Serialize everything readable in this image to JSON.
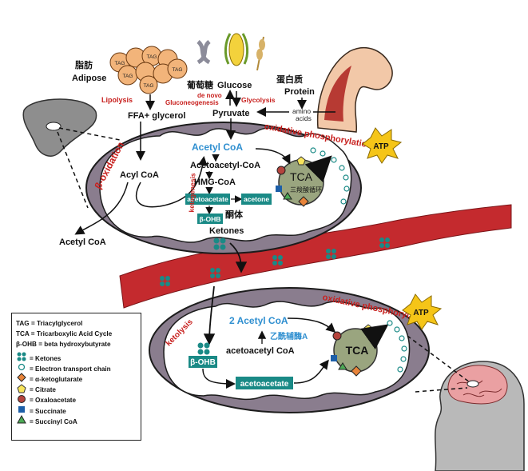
{
  "top": {
    "adipose_cn": "脂肪",
    "adipose_en": "Adipose",
    "tag": "TAG",
    "lipolysis": "Lipolysis",
    "ffa": "FFA+ glycerol",
    "glucose_cn": "葡萄糖",
    "glucose_en": "Glucose",
    "denovo": "de novo",
    "gluconeogenesis": "Gluconeogenesis",
    "glycolysis": "Glycolysis",
    "protein_cn": "蛋白质",
    "protein_en": "Protein",
    "amino": "amino",
    "acids": "acids",
    "pyruvate": "Pyruvate"
  },
  "liver_mito": {
    "beta_oxidation": "β-oxidation",
    "oxidative": "oxidative  phosphorylation",
    "atp": "ATP",
    "acetyl_coa": "Acetyl CoA",
    "acyl_coa": "Acyl CoA",
    "acetoacetyl": "Acetoacetyl-CoA",
    "hmg": "HMG-CoA",
    "acetoacetate": "acetoacetate",
    "acetone": "acetone",
    "bohb": "β-OHB",
    "ketogenesis": "ketogenesis",
    "tca": "TCA",
    "tca_cn": "三羧酸循环",
    "ketones_cn": "酮体",
    "ketones_en": "Ketones",
    "outside_acetyl": "Acetyl CoA"
  },
  "brain_mito": {
    "ketolysis": "ketolysis",
    "oxidative": "oxidative  phosphorylation",
    "atp": "ATP",
    "two_acetyl": "2 Acetyl CoA",
    "acetyl_cn": "乙酰辅酶A",
    "acetoacetyl": "acetoacetyl CoA",
    "bohb": "β-OHB",
    "acetoacetate": "acetoacetate",
    "tca": "TCA"
  },
  "legend": {
    "tag": "TAG = Triacylglycerol",
    "tca": "TCA = Tricarboxylic Acid Cycle",
    "bohb": "β-OHB = beta hydroxybutyrate",
    "ketones": "= Ketones",
    "etc": "= Electron transport chain",
    "akg": "= α-ketoglutarate",
    "citrate": "= Citrate",
    "oxaloacetate": "= Oxaloacetate",
    "succinate": "= Succinate",
    "succinyl": "= Succinyl CoA"
  },
  "colors": {
    "teal": "#1a8a86",
    "mito_fill": "#8a7d8e",
    "tca_fill": "#9aa57f",
    "blood": "#c42a2e",
    "atp": "#f5c518",
    "red_text": "#c8201e",
    "blue_text": "#2f8fd0"
  }
}
